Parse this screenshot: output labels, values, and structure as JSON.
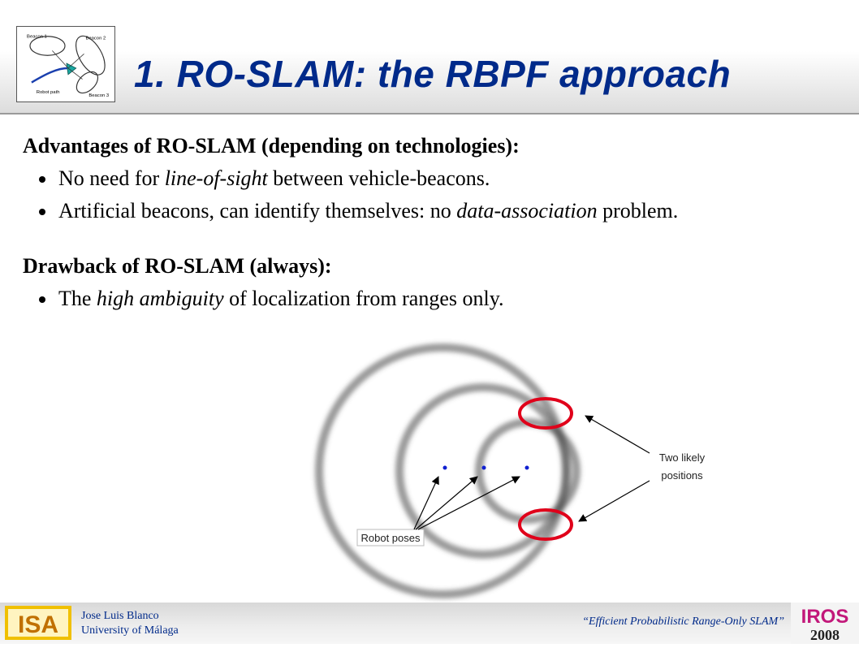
{
  "slide": {
    "title": "1. RO-SLAM: the RBPF approach",
    "thumbnail": {
      "beacon1": "Beacon 1",
      "beacon2": "Beacon 2",
      "beacon3": "Beacon 3",
      "robot_path": "Robot path"
    },
    "advantages": {
      "heading": "Advantages of RO-SLAM (depending on technologies):",
      "items": [
        {
          "pre": "No need for ",
          "em": "line-of-sight",
          "post": " between vehicle-beacons."
        },
        {
          "pre": "Artificial beacons, can identify themselves: no ",
          "em": "data-association",
          "post": " problem."
        }
      ]
    },
    "drawback": {
      "heading": "Drawback of RO-SLAM (always):",
      "items": [
        {
          "pre": "The ",
          "em": "high ambiguity",
          "post": " of localization from ranges only."
        }
      ]
    },
    "figure": {
      "label_positions_line1": "Two likely",
      "label_positions_line2": "positions",
      "label_robot_poses": "Robot poses",
      "highlight_color": "#e0001a",
      "pose_color": "#1020d0"
    },
    "footer": {
      "author_name": "Jose Luis Blanco",
      "author_affiliation": "University of Málaga",
      "quote": "“Efficient Probabilistic Range-Only SLAM”",
      "left_logo_text": "ISA",
      "right_logo_top": "IROS",
      "right_logo_bottom": "2008"
    },
    "colors": {
      "title": "#002a8a",
      "footer_text": "#002a8a"
    }
  }
}
